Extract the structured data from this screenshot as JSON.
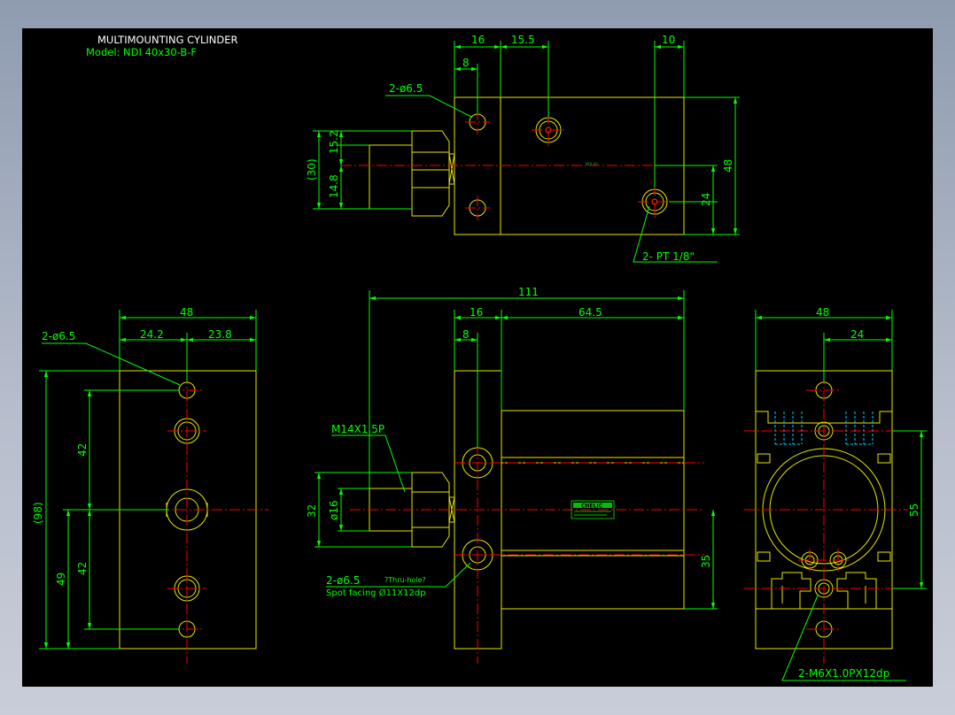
{
  "colors": {
    "background": "#000000",
    "outline": "#e6e600",
    "dimension": "#00ff00",
    "centerline": "#ff0000",
    "hidden": "#00d0ff",
    "title": "#ffffff",
    "nameplate": "#00c000"
  },
  "title": {
    "line1": "MULTIMOUNTING CYLINDER",
    "line2": "Model:  NDI 40x30-B-F"
  },
  "top_view": {
    "dim_16": "16",
    "dim_15_5": "15.5",
    "dim_10": "10",
    "dim_8": "8",
    "hole_note": "2-ø6.5",
    "dim_30": "(30)",
    "dim_15_2": "15.2",
    "dim_14_8": "14.8",
    "dim_48": "48",
    "dim_24": "24",
    "port_note": "2-  PT 1/8\"",
    "plate_text": "NDI 40"
  },
  "left_view": {
    "dim_48": "48",
    "dim_24_2": "24.2",
    "dim_23_8": "23.8",
    "hole_note": "2-ø6.5",
    "dim_98": "(98)",
    "dim_42_upper": "42",
    "dim_42_lower": "42",
    "dim_49": "49"
  },
  "front_view": {
    "dim_111": "111",
    "dim_16": "16",
    "dim_64_5": "64.5",
    "dim_8": "8",
    "thread_note": "M14X1.5P",
    "dim_32": "32",
    "dim_16_dia": "ø16",
    "dim_35": "35",
    "hole_note_1": "2-ø6.5",
    "hole_note_2": "?Thru-hole?",
    "hole_note_3": "Spot facing  Ø11X12dp",
    "nameplate": "CHELIC"
  },
  "right_view": {
    "dim_48": "48",
    "dim_24": "24",
    "dim_55": "55",
    "thread_note": "2-M6X1.0PX12dp"
  }
}
